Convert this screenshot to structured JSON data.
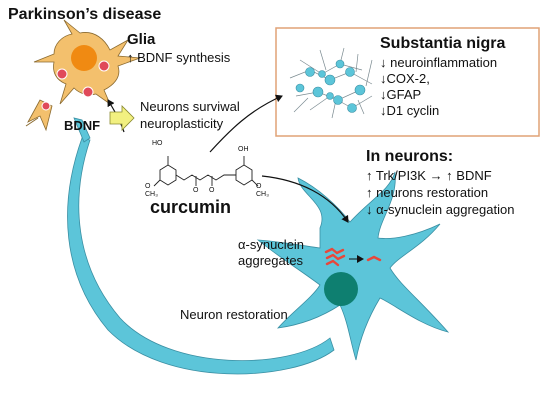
{
  "title": "Parkinson’s disease",
  "glia": {
    "heading": "Glia",
    "line1": "↑ BDNF synthesis"
  },
  "bdnf_label": "BDNF",
  "neurons_effect": {
    "line1": "Neurons surviwal",
    "line2": "neuroplasticity"
  },
  "substantia_nigra": {
    "heading": "Substantia nigra",
    "items": [
      "↓ neuroinflammation",
      "↓COX-2,",
      "↓GFAP",
      "↓D1 cyclin"
    ],
    "box_color": "#e0a276"
  },
  "in_neurons": {
    "heading": "In neurons:",
    "items": [
      "↑ Trk/PI3K → ↑ BDNF",
      "↑ neurons restoration",
      "↓ α-synuclein aggregation"
    ]
  },
  "curcumin": {
    "label": "curcumin",
    "atoms": [
      "HO",
      "O",
      "CH₃",
      "O",
      "O",
      "OH",
      "O",
      "CH₃"
    ]
  },
  "aggregates": {
    "line1": "α-synuclein",
    "line2": "aggregates"
  },
  "restoration_label": "Neuron restoration",
  "colors": {
    "neuron": "#5cc5d9",
    "neuron_stroke": "#3a8fa3",
    "nucleus": "#0e7f70",
    "glia_body": "#f3c06d",
    "glia_nucleus": "#f08a12",
    "glia_dot": "#e04a5a",
    "arrow_yellow": "#f2f080",
    "aggregate_red": "#e8473a"
  }
}
